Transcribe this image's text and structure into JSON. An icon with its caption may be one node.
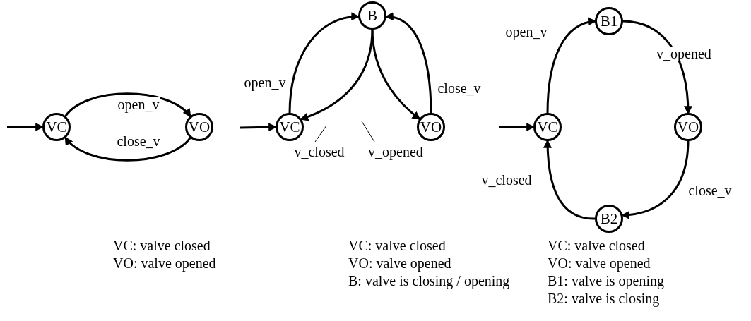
{
  "diagram": {
    "nodes": [
      {
        "text": [
          "VC"
        ]
      },
      {
        "text": [
          "VO"
        ]
      },
      {
        "text": [
          "B"
        ]
      },
      {
        "text": [
          "VC"
        ]
      },
      {
        "text": [
          "VO"
        ]
      },
      {
        "text": [
          "B1"
        ]
      },
      {
        "text": [
          "VC"
        ]
      },
      {
        "text": [
          "VO"
        ]
      },
      {
        "text": [
          "B2"
        ]
      }
    ],
    "edges": [
      {
        "from": null,
        "to": 0,
        "arrow": "to"
      },
      {
        "from": 0,
        "to": 1,
        "arrow": "to",
        "label": "open_v"
      },
      {
        "from": 1,
        "to": 0,
        "arrow": "to",
        "label": "close_v"
      },
      {
        "from": null,
        "to": 3,
        "arrow": "to"
      },
      {
        "from": 3,
        "to": 2,
        "arrow": "to",
        "label": "open_v"
      },
      {
        "from": 2,
        "to": 3,
        "arrow": "to",
        "label": "v_closed"
      },
      {
        "from": 2,
        "to": 4,
        "arrow": "to",
        "label": "v_opened"
      },
      {
        "from": 4,
        "to": 2,
        "arrow": "to",
        "label": "close_v"
      },
      {
        "from": null,
        "to": 6,
        "arrow": "to"
      },
      {
        "from": 6,
        "to": 5,
        "arrow": "to",
        "label": "open_v"
      },
      {
        "from": 5,
        "to": 7,
        "arrow": "to",
        "label": "v_opened"
      },
      {
        "from": 7,
        "to": 8,
        "arrow": "to",
        "label": "close_v"
      },
      {
        "from": 8,
        "to": 6,
        "arrow": "to",
        "label": "v_closed"
      }
    ],
    "labels": [
      "VC: valve closed",
      "VO: valve opened",
      "VC: valve closed",
      "VO: valve opened",
      "B: valve is closing / opening",
      "VC: valve closed",
      "VO: valve opened",
      "B1: valve is opening",
      "B2: valve is closing"
    ]
  }
}
